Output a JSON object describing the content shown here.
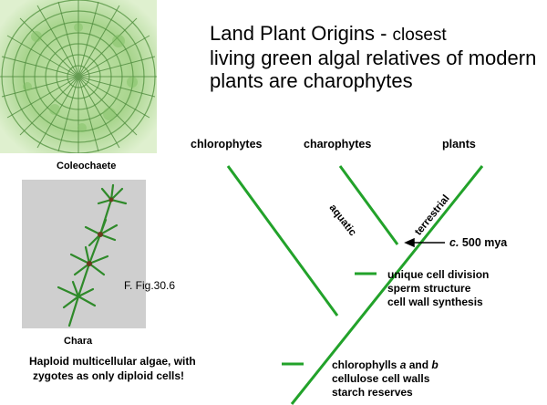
{
  "slide": {
    "title": "Land Plant Origins - ",
    "title_sub": "closest",
    "title_rest": "living green algal relatives of modern plants are charophytes",
    "fig_ref": "F. Fig.30.6",
    "bottom_note_line1": "Haploid multicellular algae, with",
    "bottom_note_line2": "zygotes as only diploid cells!"
  },
  "images": {
    "coleochaete": {
      "caption": "Coleochaete"
    },
    "chara": {
      "caption": "Chara"
    }
  },
  "tree": {
    "taxa": [
      "chlorophytes",
      "charophytes",
      "plants"
    ],
    "branch_labels": {
      "aquatic": "aquatic",
      "terrestrial": "terrestrial"
    },
    "timing": {
      "prefix": "c.",
      "rest": " 500 mya"
    },
    "traits_upper": [
      "unique cell division",
      "sperm structure",
      "cell wall synthesis"
    ],
    "traits_lower": {
      "line1_prefix": "chlorophylls ",
      "a": "a",
      "and": " and ",
      "b": "b",
      "line2": "cellulose cell walls",
      "line3": "starch reserves"
    }
  },
  "colors": {
    "tree": "#22a22a",
    "photo_bg": "#cfcfcf"
  }
}
